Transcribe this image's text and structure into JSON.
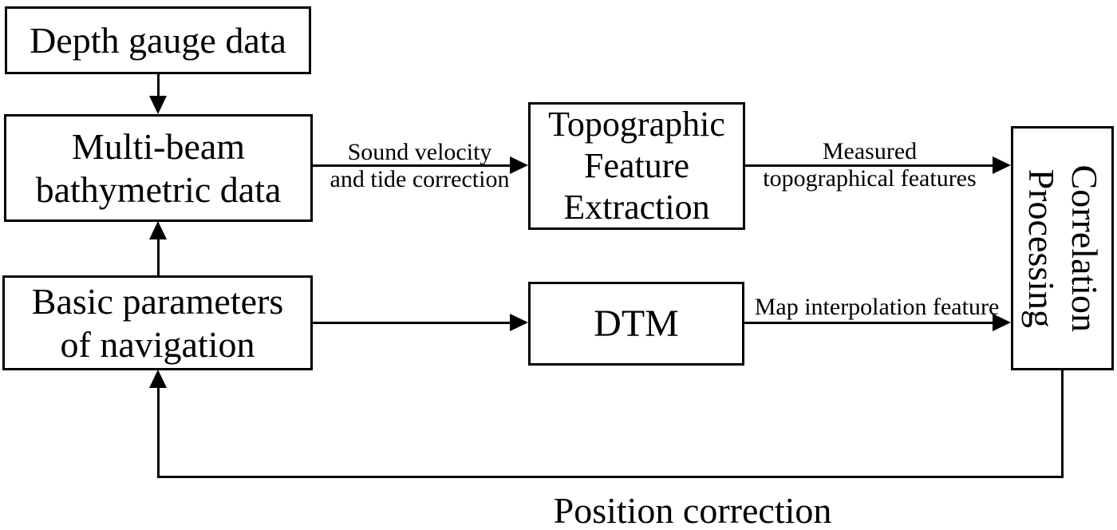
{
  "diagram": {
    "background_color": "#ffffff",
    "stroke_color": "#000000",
    "nodes": {
      "depth_gauge": {
        "label": "Depth gauge data"
      },
      "multibeam": {
        "label": "Multi-beam\nbathymetric data"
      },
      "basic_params": {
        "label": "Basic parameters\nof navigation"
      },
      "topographic": {
        "label": "Topographic\nFeature\nExtraction"
      },
      "dtm": {
        "label": "DTM"
      },
      "correlation": {
        "label": "Correlation\nProcessing"
      }
    },
    "edge_labels": {
      "sound_velocity": "Sound velocity\nand tide correction",
      "measured_features": "Measured\ntopographical features",
      "map_interpolation": "Map interpolation feature",
      "position_correction": "Position correction"
    },
    "edges": [
      {
        "from": "depth_gauge",
        "to": "multibeam",
        "label": ""
      },
      {
        "from": "basic_params",
        "to": "multibeam",
        "label": ""
      },
      {
        "from": "multibeam",
        "to": "topographic",
        "label": "Sound velocity and tide correction"
      },
      {
        "from": "topographic",
        "to": "correlation",
        "label": "Measured topographical features"
      },
      {
        "from": "basic_params",
        "to": "dtm",
        "label": ""
      },
      {
        "from": "dtm",
        "to": "correlation",
        "label": "Map interpolation feature"
      },
      {
        "from": "correlation",
        "to": "basic_params",
        "label": "Position correction"
      }
    ]
  }
}
